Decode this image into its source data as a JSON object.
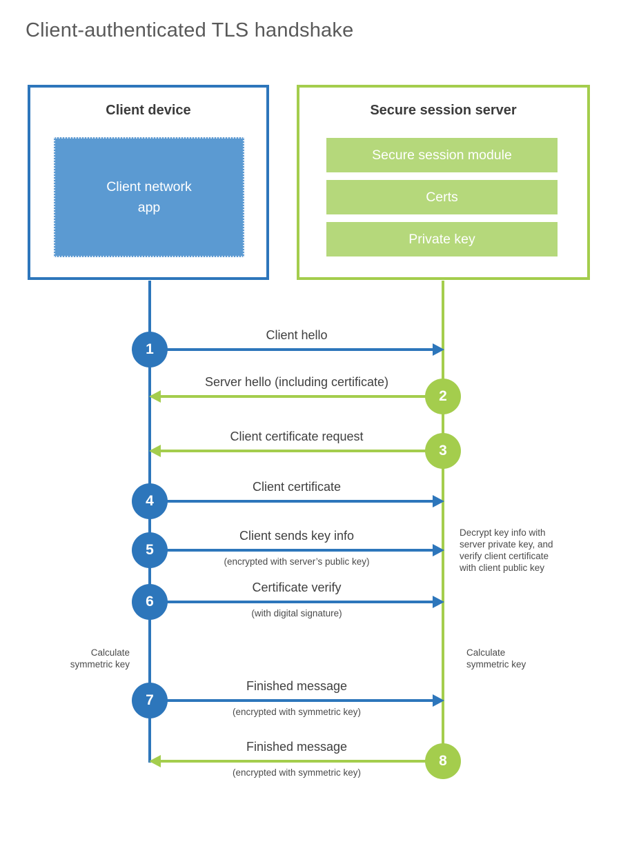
{
  "title": "Client-authenticated TLS handshake",
  "colors": {
    "blue": "#2d76bb",
    "blue_fill": "#5b9ad2",
    "green": "#a4cd4d",
    "green_fill": "#b5d87b",
    "title_gray": "#595959",
    "text_dark": "#3b3b3b",
    "text_label": "#3f3f3f",
    "text_note": "#4a4a4a"
  },
  "client": {
    "title": "Client device",
    "app_label": "Client network\napp"
  },
  "server": {
    "title": "Secure session server",
    "modules": [
      "Secure session module",
      "Certs",
      "Private key"
    ]
  },
  "steps": [
    {
      "num": "1",
      "label": "Client hello"
    },
    {
      "num": "2",
      "label": "Server hello (including certificate)"
    },
    {
      "num": "3",
      "label": "Client certificate request"
    },
    {
      "num": "4",
      "label": "Client certificate"
    },
    {
      "num": "5",
      "label": "Client sends key info",
      "sub": "(encrypted with server’s public key)"
    },
    {
      "num": "6",
      "label": "Certificate verify",
      "sub": "(with digital signature)"
    },
    {
      "num": "7",
      "label": "Finished message",
      "sub": "(encrypted with symmetric key)"
    },
    {
      "num": "8",
      "label": "Finished message",
      "sub": "(encrypted with symmetric key)"
    }
  ],
  "notes": {
    "server_decrypt": "Decrypt key info with\nserver private key, and\nverify client certificate\nwith client public key",
    "client_calculate": "Calculate\nsymmetric key",
    "server_calculate": "Calculate\nsymmetric key"
  }
}
